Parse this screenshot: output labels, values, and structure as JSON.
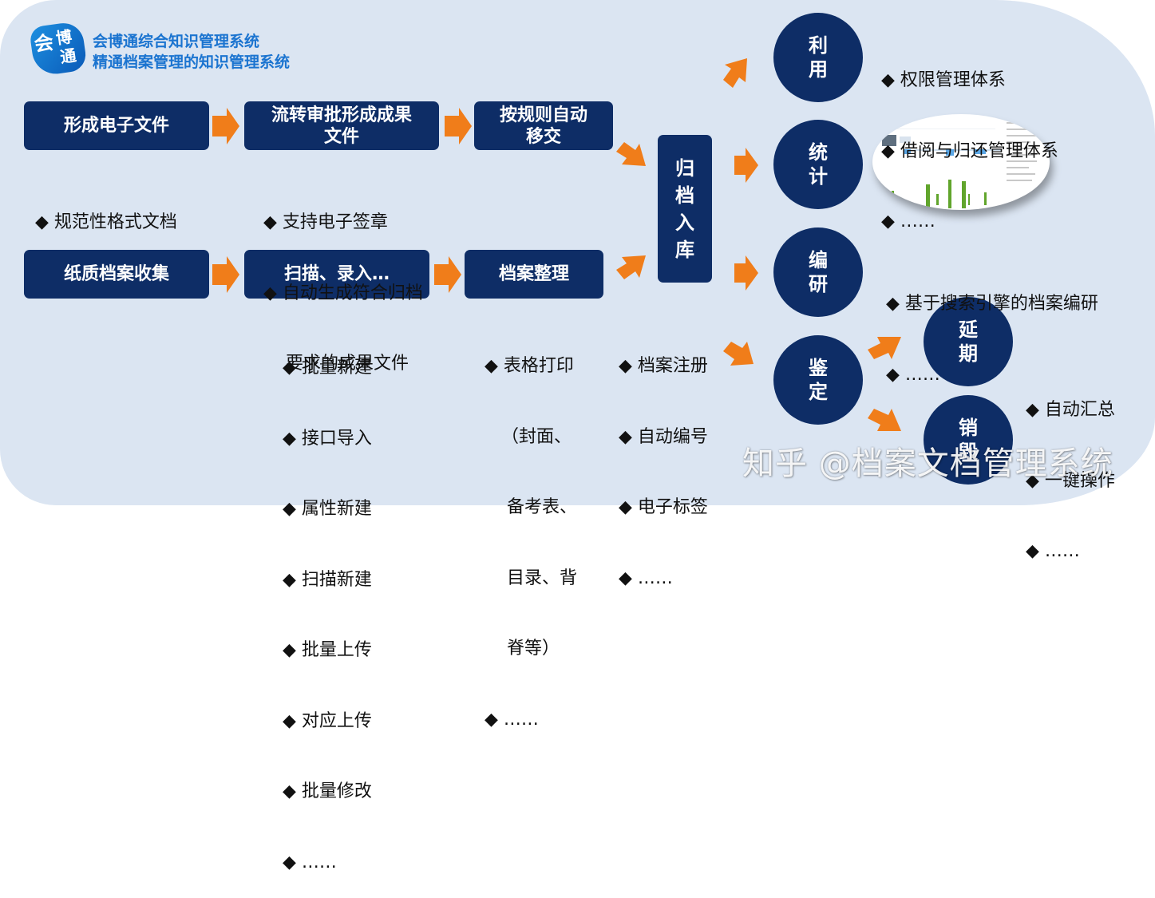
{
  "brand": {
    "logo_chars": [
      "会",
      "博",
      "通"
    ],
    "line1": "会博通综合知识管理系统",
    "line2": "精通档案管理的知识管理系统"
  },
  "colors": {
    "box": "#0e2d66",
    "arrow": "#f07d1a",
    "brand": "#1b74d0",
    "background": "#dbe5f2"
  },
  "row1": [
    {
      "label": "形成电子文件"
    },
    {
      "label": "流转审批形成成果\n文件"
    },
    {
      "label": "按规则自动\n移交"
    }
  ],
  "row2": [
    {
      "label": "纸质档案收集"
    },
    {
      "label": "扫描、录入…"
    },
    {
      "label": "档案整理"
    }
  ],
  "center": {
    "label": "归\n档\n入\n库"
  },
  "circles": {
    "use": "利\n用",
    "stats": "统\n计",
    "compile": "编\n研",
    "appraise": "鉴\n定",
    "extend": "延\n期",
    "destroy": "销\n毁"
  },
  "notes": {
    "form_e": [
      "◆ 规范性格式文档"
    ],
    "approval": [
      "◆ 支持电子签章",
      "◆ 自动生成符合归档",
      "    要求的成果文件"
    ],
    "scan": [
      "◆ 批量新建",
      "◆ 接口导入",
      "◆ 属性新建",
      "◆ 扫描新建",
      "◆ 批量上传",
      "◆ 对应上传",
      "◆ 批量修改",
      "◆ ……"
    ],
    "arrange": [
      "◆ 表格打印",
      "   （封面、",
      "    备考表、",
      "    目录、背",
      "    脊等）",
      "◆ ……"
    ],
    "archive": [
      "◆ 档案注册",
      "◆ 自动编号",
      "◆ 电子标签",
      "◆ ……"
    ],
    "use": [
      "◆ 权限管理体系",
      "◆ 借阅与归还管理体系",
      "◆ ……"
    ],
    "compile": [
      "◆ 基于搜索引擎的档案编研",
      "◆ ……"
    ],
    "extend": [
      "◆ 自动汇总",
      "◆ 一键操作",
      "◆ ……"
    ]
  },
  "watermark": "知乎 @档案文档管理系统"
}
